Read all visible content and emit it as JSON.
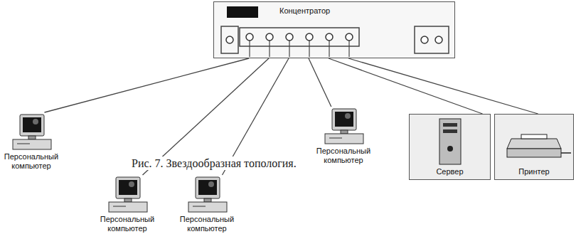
{
  "diagram": {
    "caption": "Рис. 7. Звездообразная топология.",
    "nodes": [
      {
        "text": [
          "Концентратор"
        ]
      },
      {
        "text": [
          "Персональный компьютер"
        ]
      },
      {
        "text": [
          "Персональный компьютер"
        ]
      },
      {
        "text": [
          "Персональный компьютер"
        ]
      },
      {
        "text": [
          "Персональный компьютер"
        ]
      },
      {
        "text": [
          "Сервер"
        ]
      },
      {
        "text": [
          "Принтер"
        ]
      }
    ],
    "edges": [
      {
        "from": 0,
        "to": 1,
        "arrow": "none"
      },
      {
        "from": 0,
        "to": 2,
        "arrow": "none"
      },
      {
        "from": 0,
        "to": 3,
        "arrow": "none"
      },
      {
        "from": 0,
        "to": 4,
        "arrow": "none"
      },
      {
        "from": 0,
        "to": 5,
        "arrow": "none"
      },
      {
        "from": 0,
        "to": 6,
        "arrow": "none"
      }
    ]
  }
}
